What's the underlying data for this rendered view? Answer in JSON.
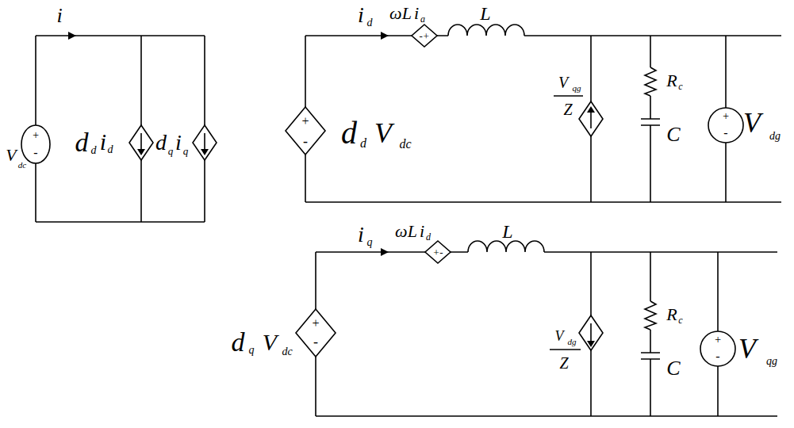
{
  "diagram": {
    "labels": [
      "i",
      "V",
      "dc",
      "+",
      "-",
      "d",
      "d",
      "i",
      "d",
      "d",
      "q",
      "i",
      "q",
      "i",
      "d",
      "ωL",
      "i",
      "a",
      "-+",
      "L",
      "+",
      "-",
      "d",
      "d",
      "V",
      "dc",
      "V",
      "qg",
      "Z",
      "R",
      "c",
      "C",
      "+",
      "-",
      "V",
      "dg",
      "i",
      "q",
      "ωL",
      "i",
      "d",
      "+-",
      "L",
      "d",
      "q",
      "V",
      "dc",
      "+",
      "-",
      "V",
      "dg",
      "Z",
      "R",
      "c",
      "C",
      "+",
      "-",
      "V",
      "qg"
    ]
  }
}
